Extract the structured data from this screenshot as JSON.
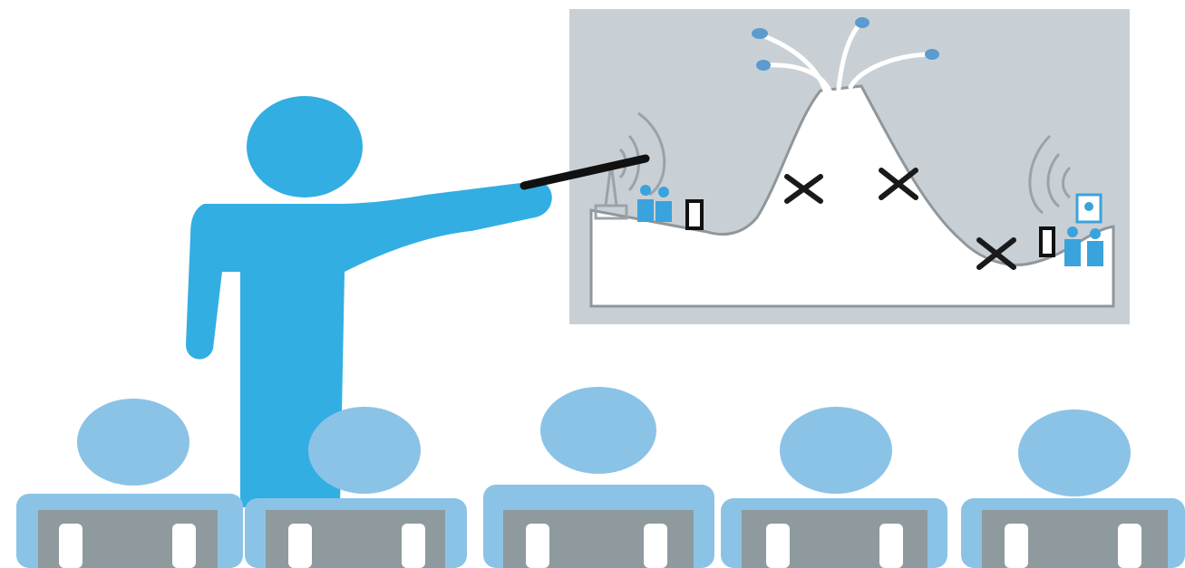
{
  "scene": {
    "kind": "presentation-illustration",
    "colors": {
      "background": "#ffffff",
      "presenter": "#33aee2",
      "audience_head": "#8bc3e6",
      "audience_chair_frame": "#8bc3e6",
      "chair_inner": "#8f9a9e",
      "chair_slot": "#ffffff",
      "board_background": "#c9d0d5",
      "board_ground": "#ffffff",
      "terrain_line": "#8f979b",
      "pointer": "#111111",
      "obstruction_mark": "#1a1a1a",
      "signal_waves": "#9aa3a8",
      "device_blue": "#3aa3dc"
    },
    "icons": {
      "presenter": "presenter-figure-icon",
      "pointer": "pointer-stick-icon",
      "left_tower": "radio-tower-icon",
      "right_tower": "radio-tower-icon",
      "people_groups": "people-group-icon",
      "phones": "mobile-phone-icon",
      "obstructions": "cross-mark-icon",
      "fountain": "signal-spray-icon",
      "audience": "audience-member-icon"
    },
    "audience_count": 5,
    "obstruction_count": 3
  }
}
